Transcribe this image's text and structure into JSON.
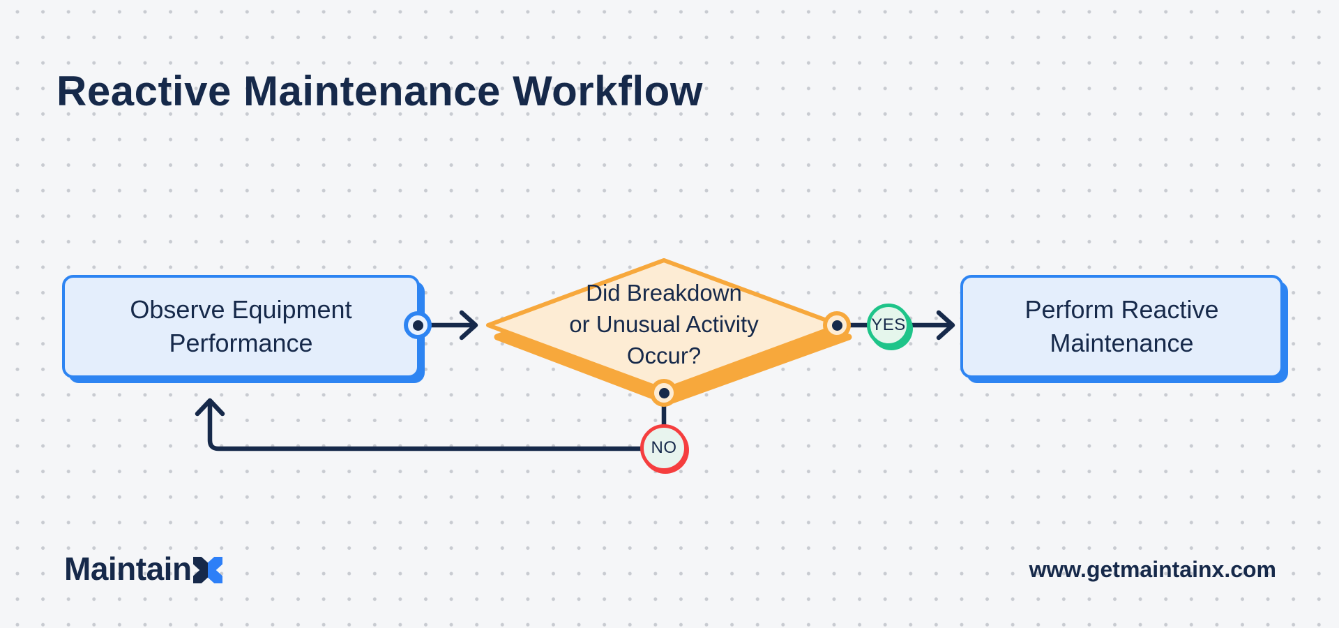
{
  "title": "Reactive Maintenance Workflow",
  "colors": {
    "background": "#f5f6f8",
    "dot": "#c8cbd1",
    "navy": "#16294a",
    "blue": "#2d84f2",
    "blue_fill": "#e4eefc",
    "orange": "#f7a83c",
    "orange_fill": "#fdecd4",
    "green": "#1ec489",
    "green_fill": "#e5f6ec",
    "red": "#f53e3e",
    "red_fill": "#e8f4ee",
    "brand_blue": "#2d7ff7"
  },
  "flowchart": {
    "start": {
      "line1": "Observe Equipment",
      "line2": "Performance"
    },
    "decision": {
      "line1": "Did Breakdown",
      "line2": "or Unusual Activity",
      "line3": "Occur?"
    },
    "end": {
      "line1": "Perform Reactive",
      "line2": "Maintenance"
    },
    "yes_label": "YES",
    "no_label": "NO"
  },
  "footer": {
    "brand_text": "Maintain",
    "website": "www.getmaintainx.com"
  }
}
